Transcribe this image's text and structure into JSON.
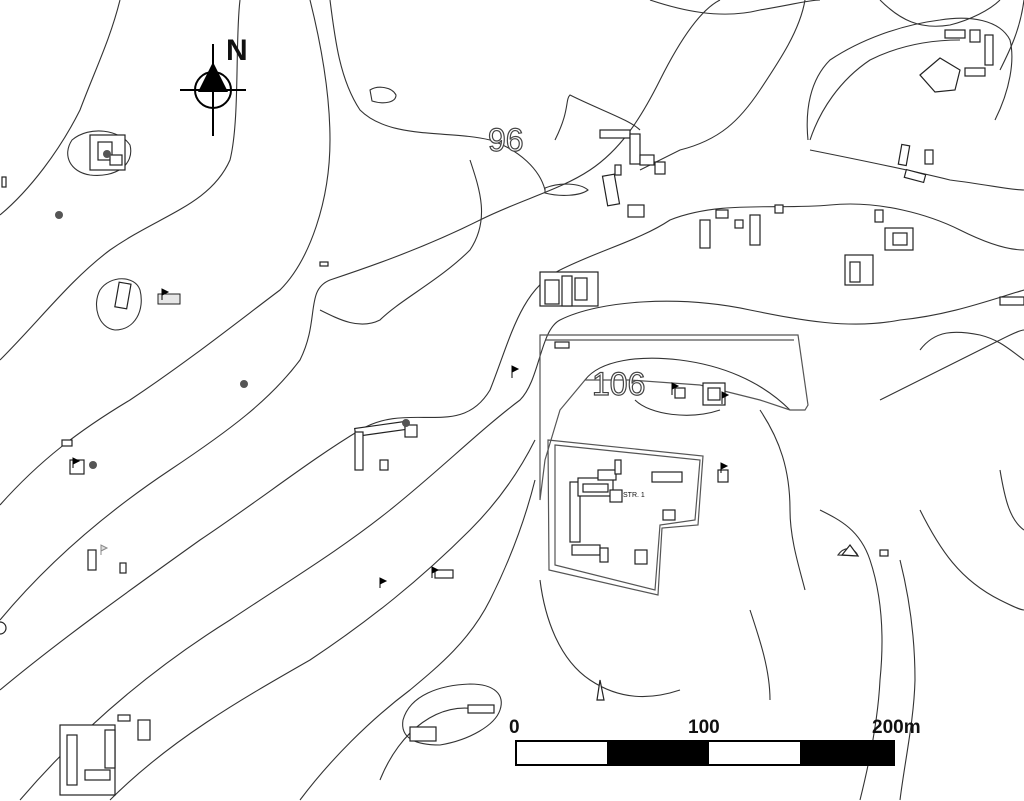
{
  "map": {
    "north": {
      "label": "N",
      "icon": "north-arrow-icon"
    },
    "contours": [
      {
        "label": "96"
      },
      {
        "label": "106"
      }
    ],
    "structure_label": "STR. 1",
    "scale_bar": {
      "ticks": [
        "0",
        "100",
        "200m"
      ],
      "segments": 4,
      "unit": "m",
      "colors": {
        "dark": "#000000",
        "light": "#ffffff"
      }
    },
    "colors": {
      "contour": "#333333",
      "ruin_outline": "#222222",
      "background": "#ffffff"
    }
  }
}
